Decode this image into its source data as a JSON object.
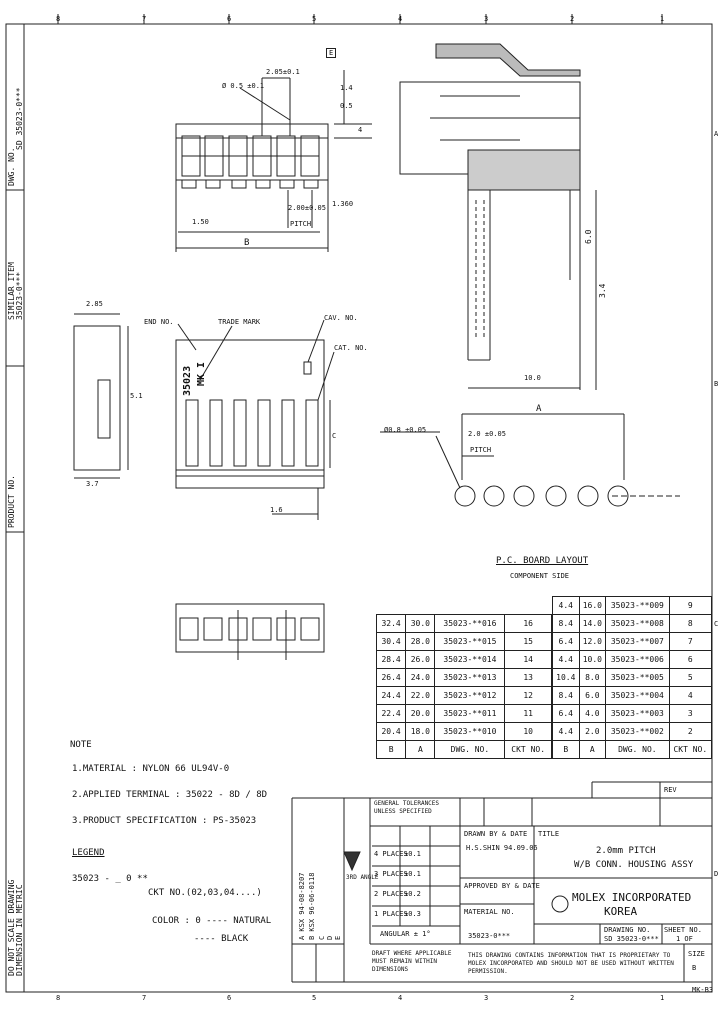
{
  "border": {
    "top_zones": [
      "8",
      "7",
      "6",
      "5",
      "4",
      "3",
      "2",
      "1"
    ],
    "bottom_zones": [
      "8",
      "7",
      "6",
      "5",
      "4",
      "3",
      "2",
      "1"
    ],
    "right_zones": [
      "A",
      "B",
      "C",
      "D"
    ]
  },
  "left_strip": {
    "dwg_no_label": "DWG. NO.",
    "dwg_no_value": "SD 35023-0***",
    "similar_item_label": "SIMILAR ITEM",
    "similar_item_value": "35023-0***",
    "product_no_label": "PRODUCT NO.",
    "scale_note": "DO NOT SCALE DRAWING",
    "metric_note": "DIMENSION IN METRIC"
  },
  "top_view": {
    "detail_mark": "E",
    "hole_dim": "Ø 0.5 ±0.1",
    "pitch_top": "2.05±0.1",
    "dim_14": "1.4",
    "dim_05": "0.5",
    "dim_4": "4",
    "dim_150": "1.50",
    "pitch_label": "PITCH",
    "pitch_value": "2.00±0.05",
    "dim_1360": "1.360",
    "dim_b": "B"
  },
  "side_view": {
    "dim_285": "2.85",
    "dim_37": "3.7",
    "dim_height": "5.1",
    "end_no": "END NO.",
    "trade_mark": "TRADE MARK",
    "logo_text": "MK I",
    "part_text": "35023",
    "cavity_mark": "CAV. NO.",
    "cat_no": "CAT. NO.",
    "dim_c": "C",
    "dim_16": "1.6"
  },
  "section_view": {
    "dim_60": "6.0",
    "dim_34": "3.4",
    "dim_10": "10.0"
  },
  "pcb_layout": {
    "dim_a": "A",
    "hole_dim": "Ø0.8 ±0.05",
    "pitch_value": "2.0 ±0.05",
    "pitch_label": "PITCH",
    "title": "P.C. BOARD LAYOUT",
    "subtitle": "COMPONENT SIDE"
  },
  "right_table": {
    "header": [
      "4.4",
      "16.0",
      "35023-**009",
      "9"
    ],
    "rows": [
      [
        "8.4",
        "14.0",
        "35023-**008",
        "8"
      ],
      [
        "6.4",
        "12.0",
        "35023-**007",
        "7"
      ],
      [
        "4.4",
        "10.0",
        "35023-**006",
        "6"
      ],
      [
        "10.4",
        "8.0",
        "35023-**005",
        "5"
      ],
      [
        "8.4",
        "6.0",
        "35023-**004",
        "4"
      ],
      [
        "6.4",
        "4.0",
        "35023-**003",
        "3"
      ],
      [
        "4.4",
        "2.0",
        "35023-**002",
        "2"
      ]
    ],
    "footer": [
      "B",
      "A",
      "DWG. NO.",
      "CKT NO."
    ]
  },
  "left_table": {
    "rows": [
      [
        "32.4",
        "30.0",
        "35023-**016",
        "16"
      ],
      [
        "30.4",
        "28.0",
        "35023-**015",
        "15"
      ],
      [
        "28.4",
        "26.0",
        "35023-**014",
        "14"
      ],
      [
        "26.4",
        "24.0",
        "35023-**013",
        "13"
      ],
      [
        "24.4",
        "22.0",
        "35023-**012",
        "12"
      ],
      [
        "22.4",
        "20.0",
        "35023-**011",
        "11"
      ],
      [
        "20.4",
        "18.0",
        "35023-**010",
        "10"
      ]
    ],
    "footer": [
      "B",
      "A",
      "DWG. NO.",
      "CKT NO."
    ]
  },
  "notes": {
    "title": "NOTE",
    "n1": "1.MATERIAL : NYLON 66 UL94V-0",
    "n2": "2.APPLIED TERMINAL : 35022 - 8D / 8D",
    "n3": "3.PRODUCT SPECIFICATION : PS-35023",
    "legend_title": "LEGEND",
    "legend_code": "35023 - _ 0 **",
    "legend_ckt": "CKT NO.(02,03,04....)",
    "legend_color1": "COLOR : 0 ---- NATURAL",
    "legend_color2": "---- BLACK"
  },
  "title_block": {
    "company": "MOLEX INCORPORATED",
    "country": "KOREA",
    "title_label": "TITLE",
    "title_1": "2.0mm PITCH",
    "title_2": "W/B CONN. HOUSING ASSY",
    "drawn": "DRAWN BY & DATE",
    "drawn_value": "H.S.SHIN 94.09.06",
    "approved": "APPROVED BY & DATE",
    "material_no": "MATERIAL NO.",
    "material_value": "35023-0***",
    "drawing_no": "DRAWING NO.",
    "drawing_value": "SD 35023-0***",
    "sheet": "SHEET NO.",
    "sheet_value": "1 OF",
    "size": "SIZE",
    "size_value": "B",
    "rev": "REV",
    "general_tol": "GENERAL TOLERANCES UNLESS SPECIFIED",
    "tol_rows": [
      [
        "4 PLACES",
        "±0.1"
      ],
      [
        "3 PLACES",
        "±0.1"
      ],
      [
        "2 PLACES",
        "±0.2"
      ],
      [
        "1 PLACES",
        "±0.3"
      ]
    ],
    "angular": "ANGULAR ± 1°",
    "third_angle": "3RD ANGLE",
    "proprietary": "THIS DRAWING CONTAINS INFORMATION THAT IS PROPRIETARY TO MOLEX INCORPORATED AND SHOULD NOT BE USED WITHOUT WRITTEN PERMISSION.",
    "draft_note": "DRAFT WHERE APPLICABLE MUST REMAIN WITHIN DIMENSIONS",
    "rev_rows": [
      "A KSX 94-08-8207",
      "B KSX 96-06-0118",
      "C",
      "D",
      "E"
    ],
    "sheet_code": "MK-B3"
  }
}
